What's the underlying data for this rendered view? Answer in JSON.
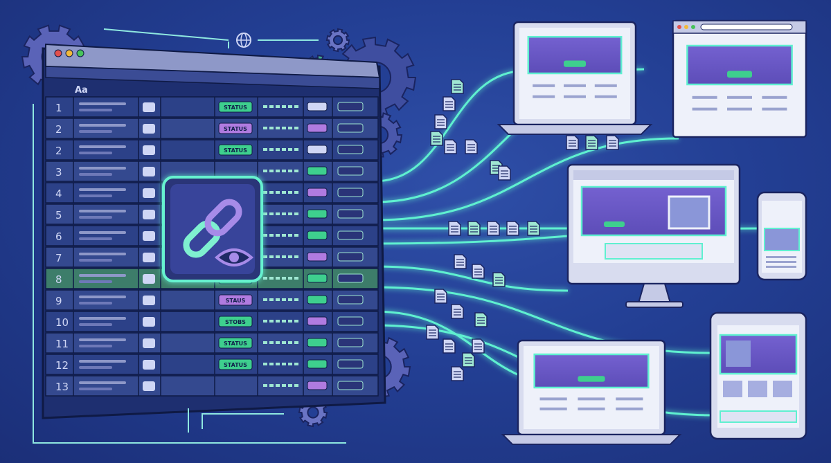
{
  "spreadsheet": {
    "header_label": "Aa",
    "row_numbers": [
      "1",
      "2",
      "2",
      "3",
      "4",
      "5",
      "6",
      "7",
      "8",
      "9",
      "10",
      "11",
      "12",
      "13"
    ],
    "status_chips": [
      {
        "row": 0,
        "label": "STATUS",
        "color": "#3ecf8e"
      },
      {
        "row": 1,
        "label": "STATUS",
        "color": "#b07be0"
      },
      {
        "row": 2,
        "label": "STATUS",
        "color": "#3ecf8e"
      },
      {
        "row": 8,
        "label": "STATUS",
        "color": "#3ecf8e"
      },
      {
        "row": 9,
        "label": "STAUS",
        "color": "#b07be0"
      },
      {
        "row": 10,
        "label": "STOBS",
        "color": "#3ecf8e"
      },
      {
        "row": 11,
        "label": "STATUS",
        "color": "#3ecf8e"
      },
      {
        "row": 12,
        "label": "STATUS",
        "color": "#3ecf8e"
      }
    ],
    "highlight_row_index": 8
  },
  "palette": {
    "background": "#233f94",
    "panel": "#3a4f9c",
    "cell": "#2f4590",
    "neon": "#5ff0d0",
    "green": "#3ecf8e",
    "purple": "#b07be0",
    "gear": "#5a63b8",
    "device_bezel": "#e9ecf6",
    "device_screen": "#6a58c4"
  },
  "icons": [
    "gear-icon",
    "globe-icon",
    "chain-link-icon",
    "eye-icon",
    "file-icon"
  ]
}
